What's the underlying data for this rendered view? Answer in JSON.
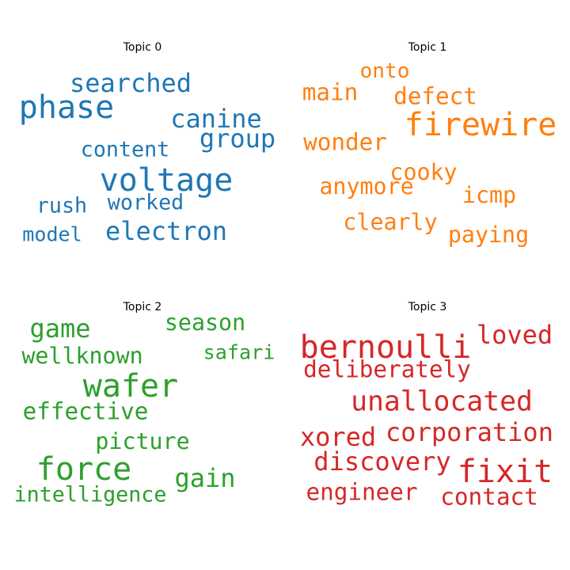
{
  "chart_data": [
    {
      "type": "wordcloud",
      "title": "Topic 0",
      "color": "#1f77b4",
      "words": [
        {
          "text": "voltage",
          "weight": 1.0
        },
        {
          "text": "phase",
          "weight": 1.0
        },
        {
          "text": "searched",
          "weight": 0.85
        },
        {
          "text": "canine",
          "weight": 0.85
        },
        {
          "text": "electron",
          "weight": 0.85
        },
        {
          "text": "group",
          "weight": 0.85
        },
        {
          "text": "content",
          "weight": 0.75
        },
        {
          "text": "worked",
          "weight": 0.75
        },
        {
          "text": "rush",
          "weight": 0.75
        },
        {
          "text": "model",
          "weight": 0.72
        }
      ]
    },
    {
      "type": "wordcloud",
      "title": "Topic 1",
      "color": "#ff7f0e",
      "words": [
        {
          "text": "firewire",
          "weight": 1.0
        },
        {
          "text": "wonder",
          "weight": 0.8
        },
        {
          "text": "defect",
          "weight": 0.8
        },
        {
          "text": "main",
          "weight": 0.8
        },
        {
          "text": "cooky",
          "weight": 0.78
        },
        {
          "text": "icmp",
          "weight": 0.78
        },
        {
          "text": "clearly",
          "weight": 0.78
        },
        {
          "text": "paying",
          "weight": 0.78
        },
        {
          "text": "anymore",
          "weight": 0.78
        },
        {
          "text": "onto",
          "weight": 0.74
        }
      ]
    },
    {
      "type": "wordcloud",
      "title": "Topic 2",
      "color": "#2ca02c",
      "words": [
        {
          "text": "force",
          "weight": 1.0
        },
        {
          "text": "wafer",
          "weight": 1.0
        },
        {
          "text": "game",
          "weight": 0.85
        },
        {
          "text": "gain",
          "weight": 0.85
        },
        {
          "text": "effective",
          "weight": 0.8
        },
        {
          "text": "season",
          "weight": 0.78
        },
        {
          "text": "picture",
          "weight": 0.78
        },
        {
          "text": "wellknown",
          "weight": 0.78
        },
        {
          "text": "intelligence",
          "weight": 0.75
        },
        {
          "text": "safari",
          "weight": 0.72
        }
      ]
    },
    {
      "type": "wordcloud",
      "title": "Topic 3",
      "color": "#d62728",
      "words": [
        {
          "text": "bernoulli",
          "weight": 1.0
        },
        {
          "text": "fixit",
          "weight": 1.0
        },
        {
          "text": "unallocated",
          "weight": 0.9
        },
        {
          "text": "corporation",
          "weight": 0.85
        },
        {
          "text": "discovery",
          "weight": 0.85
        },
        {
          "text": "xored",
          "weight": 0.85
        },
        {
          "text": "loved",
          "weight": 0.85
        },
        {
          "text": "deliberately",
          "weight": 0.8
        },
        {
          "text": "contact",
          "weight": 0.8
        },
        {
          "text": "engineer",
          "weight": 0.8
        }
      ]
    }
  ]
}
